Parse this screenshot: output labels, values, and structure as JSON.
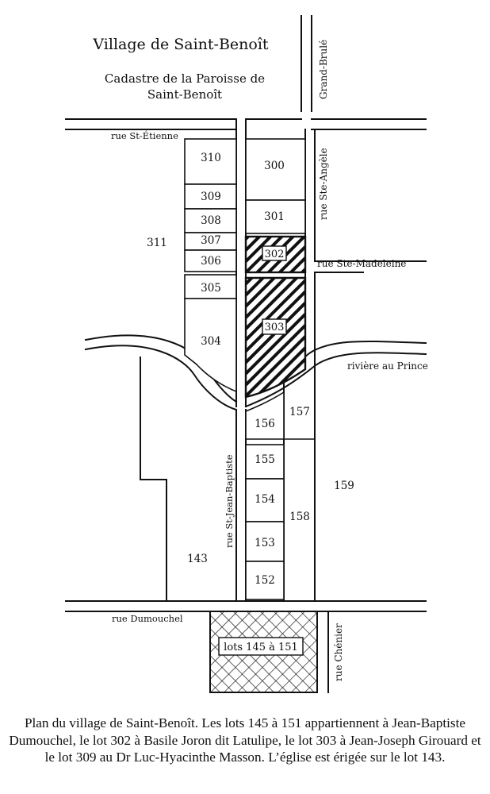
{
  "map": {
    "title": "Village de Saint-Benoît",
    "subtitle_line1": "Cadastre de la Paroisse de",
    "subtitle_line2": "Saint-Benoît"
  },
  "streets": {
    "grand_brule": "Grand-Brulé",
    "st_etienne": "rue St-Étienne",
    "ste_angele": "rue Ste-Angèle",
    "ste_madeleine": "rue Ste-Madeleine",
    "riviere": "rivière au Prince",
    "st_jean_baptiste": "rue St-Jean-Baptiste",
    "dumouchel": "rue Dumouchel",
    "chenier": "rue Chénier"
  },
  "lots": {
    "l310": "310",
    "l309": "309",
    "l308": "308",
    "l307": "307",
    "l306": "306",
    "l305": "305",
    "l304": "304",
    "l311": "311",
    "l300": "300",
    "l301": "301",
    "l302": "302",
    "l303": "303",
    "l156": "156",
    "l157": "157",
    "l155": "155",
    "l154": "154",
    "l153": "153",
    "l152": "152",
    "l158": "158",
    "l159": "159",
    "l143": "143",
    "l145_151": "lots 145 à 151"
  },
  "caption": "Plan du village de Saint-Benoît.  Les lots 145 à 151 appartiennent à Jean-Baptiste Dumouchel, le lot 302 à Basile Joron dit Latulipe, le lot 303 à Jean-Joseph Girouard et le lot 309 au Dr Luc-Hyacinthe Masson. L’église est érigée sur le lot 143."
}
